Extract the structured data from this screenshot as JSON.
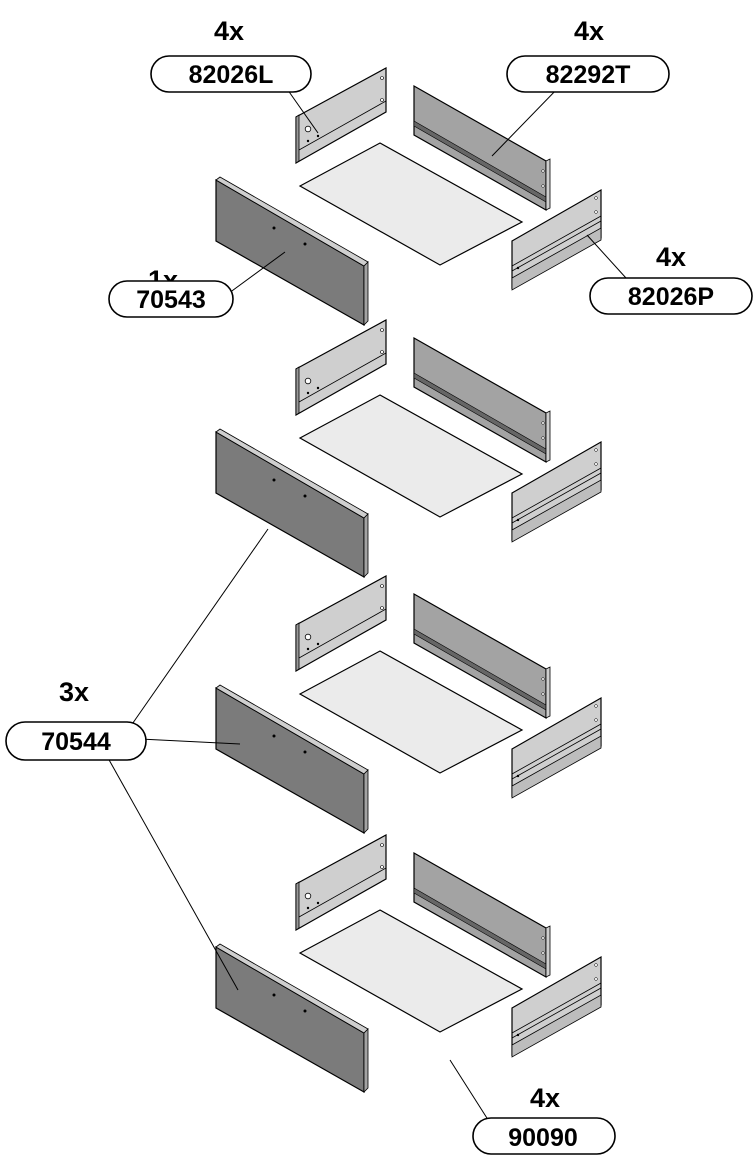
{
  "colors": {
    "dark_panel": "#7b7b7b",
    "mid_panel": "#a3a3a3",
    "light_panel": "#cfcfcf",
    "base_panel": "#ebebeb",
    "outline": "#000000"
  },
  "labels": [
    {
      "id": "side-left",
      "qty": "4x",
      "part": "82026L"
    },
    {
      "id": "back",
      "qty": "4x",
      "part": "82292T"
    },
    {
      "id": "side-right",
      "qty": "4x",
      "part": "82026P"
    },
    {
      "id": "front-top",
      "qty": "1x",
      "part": "70543"
    },
    {
      "id": "front",
      "qty": "3x",
      "part": "70544"
    },
    {
      "id": "bottom",
      "qty": "4x",
      "part": "90090"
    }
  ]
}
